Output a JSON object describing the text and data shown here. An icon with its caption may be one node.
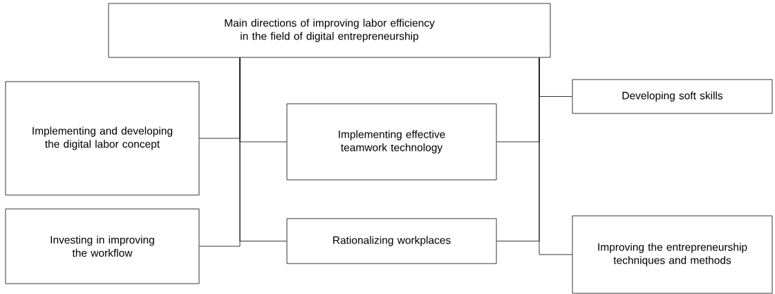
{
  "diagram": {
    "nodes": [
      {
        "text": [
          "Main directions of improving labor efficiency in the field of digital entrepreneurship"
        ]
      },
      {
        "text": [
          "Implementing and developing the digital labor concept"
        ]
      },
      {
        "text": [
          "Developing soft skills"
        ]
      },
      {
        "text": [
          "Implementing effective teamwork technology"
        ]
      },
      {
        "text": [
          "Investing in improving the workflow"
        ]
      },
      {
        "text": [
          "Rationalizing workplaces"
        ]
      },
      {
        "text": [
          "Improving the entrepreneurship techniques and methods"
        ]
      }
    ],
    "edges": [
      {
        "from": 0,
        "to": 1,
        "arrow": "none"
      },
      {
        "from": 0,
        "to": 3,
        "arrow": "none"
      },
      {
        "from": 0,
        "to": 4,
        "arrow": "none"
      },
      {
        "from": 0,
        "to": 5,
        "arrow": "none"
      },
      {
        "from": 0,
        "to": 2,
        "arrow": "none"
      },
      {
        "from": 0,
        "to": 3,
        "arrow": "none"
      },
      {
        "from": 0,
        "to": 5,
        "arrow": "none"
      },
      {
        "from": 0,
        "to": 6,
        "arrow": "none"
      }
    ]
  }
}
